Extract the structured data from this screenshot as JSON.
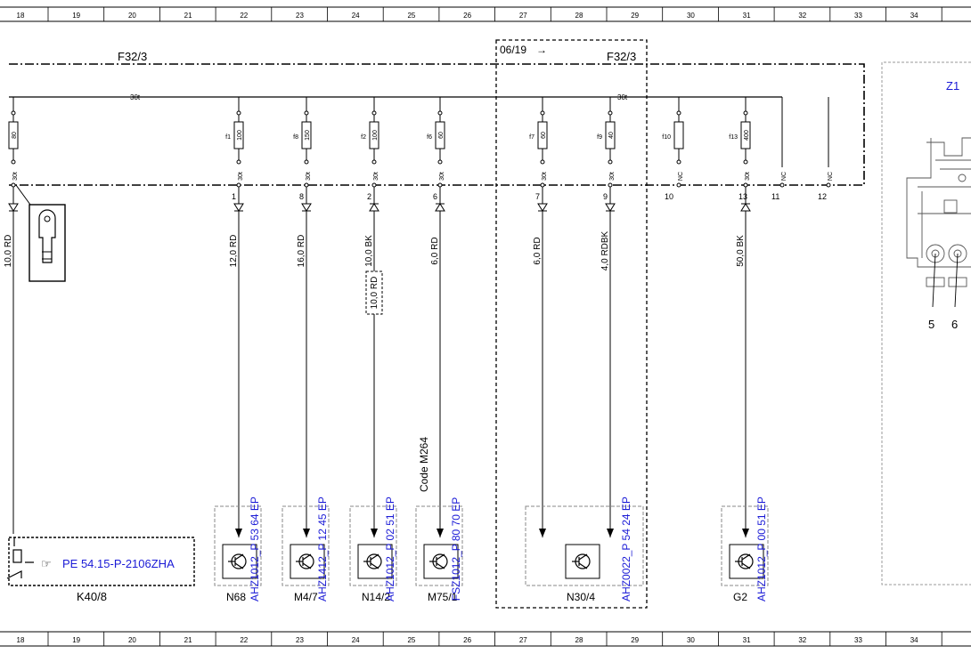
{
  "columns": [
    "18",
    "19",
    "20",
    "21",
    "22",
    "23",
    "24",
    "25",
    "26",
    "27",
    "28",
    "29",
    "30",
    "31",
    "32",
    "33",
    "34"
  ],
  "fuse_box": {
    "label": "F32/3",
    "label_right": "F32/3",
    "bus_label": "30t",
    "bus_label_right": "30t"
  },
  "code_box": {
    "label": "06/19",
    "arrow": "→"
  },
  "z_label": "Z1",
  "fuses": [
    {
      "name": "",
      "rating": "80",
      "pin_top": "30t",
      "pin_num": "",
      "wire": "10,0 RD",
      "dir": "down",
      "dest": "K40/8",
      "ref": "",
      "color": "#000"
    },
    {
      "name": "f1",
      "rating": "100",
      "pin_top": "30t",
      "pin_num": "1",
      "wire": "12,0 RD",
      "dir": "down",
      "dest": "N68",
      "ref": "AHZ1012_P 53 64 EP"
    },
    {
      "name": "f8",
      "rating": "150",
      "pin_top": "30t",
      "pin_num": "8",
      "wire": "16,0 RD",
      "dir": "down",
      "dest": "M4/7",
      "ref": "AHZ1412_P 12 45 EP"
    },
    {
      "name": "f2",
      "rating": "100",
      "pin_top": "30t",
      "pin_num": "2",
      "wire": "10,0 BK",
      "dir": "up",
      "dest": "N14/2",
      "ref": "AHZ1012_P 02 51 EP",
      "extra": "10,0 RD"
    },
    {
      "name": "f6",
      "rating": "60",
      "pin_top": "30t",
      "pin_num": "6",
      "wire": "6,0 RD",
      "dir": "up",
      "dest": "M75/1",
      "ref": "FSZ1012_P 80 70 EP",
      "code": "Code M264"
    },
    {
      "name": "f7",
      "rating": "60",
      "pin_top": "30t",
      "pin_num": "7",
      "wire": "6,0 RD",
      "dir": "down",
      "dest": "N30/4",
      "ref": ""
    },
    {
      "name": "f9",
      "rating": "40",
      "pin_top": "30t",
      "pin_num": "9",
      "wire": "4,0 RDBK",
      "dir": "down",
      "dest": "",
      "ref": "AHZ0022_P 54 24 EP"
    },
    {
      "name": "f10",
      "rating": "",
      "pin_top": "NC",
      "pin_num": "10",
      "wire": "",
      "dir": "",
      "dest": "",
      "ref": ""
    },
    {
      "name": "f13",
      "rating": "400",
      "pin_top": "30t",
      "pin_num": "13",
      "wire": "50,0 BK",
      "dir": "up",
      "dest": "G2",
      "ref": "AHZ1012_P 00 51 EP"
    },
    {
      "name": "",
      "rating": "",
      "pin_top": "NC",
      "pin_num": "11",
      "wire": "",
      "dir": "",
      "dest": "",
      "ref": ""
    },
    {
      "name": "",
      "rating": "",
      "pin_top": "NC",
      "pin_num": "12",
      "wire": "",
      "dir": "",
      "dest": "",
      "ref": ""
    }
  ],
  "k40": {
    "link": "PE 54.15-P-2106ZHA",
    "link_icon": "pointing-hand-icon",
    "label": "K40/8"
  },
  "z1_pins": [
    "5",
    "6"
  ],
  "colors": {
    "ink": "#000000",
    "link": "#1a1ad6",
    "dash_gray": "#888888"
  }
}
